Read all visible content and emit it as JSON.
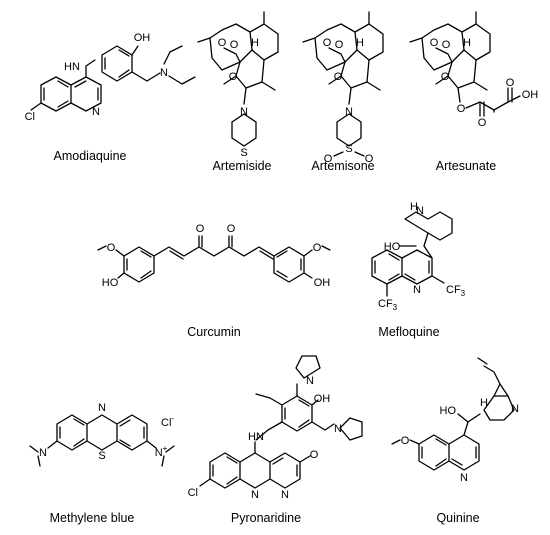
{
  "figure": {
    "compounds": [
      {
        "id": "amodiaquine",
        "name": "Amodiaquine"
      },
      {
        "id": "artemiside",
        "name": "Artemiside"
      },
      {
        "id": "artemisone",
        "name": "Artemisone"
      },
      {
        "id": "artesunate",
        "name": "Artesunate"
      },
      {
        "id": "curcumin",
        "name": "Curcumin"
      },
      {
        "id": "mefloquine",
        "name": "Mefloquine"
      },
      {
        "id": "methylene-blue",
        "name": "Methylene blue"
      },
      {
        "id": "pyronaridine",
        "name": "Pyronaridine"
      },
      {
        "id": "quinine",
        "name": "Quinine"
      }
    ],
    "atoms": {
      "oh": "OH",
      "ho": "HO",
      "hn": "HN",
      "nh": "NH",
      "h": "H",
      "n": "N",
      "o": "O",
      "s": "S",
      "cl": "Cl",
      "cf3": "CF",
      "three": "3",
      "plus": "+",
      "minus": "-"
    }
  }
}
